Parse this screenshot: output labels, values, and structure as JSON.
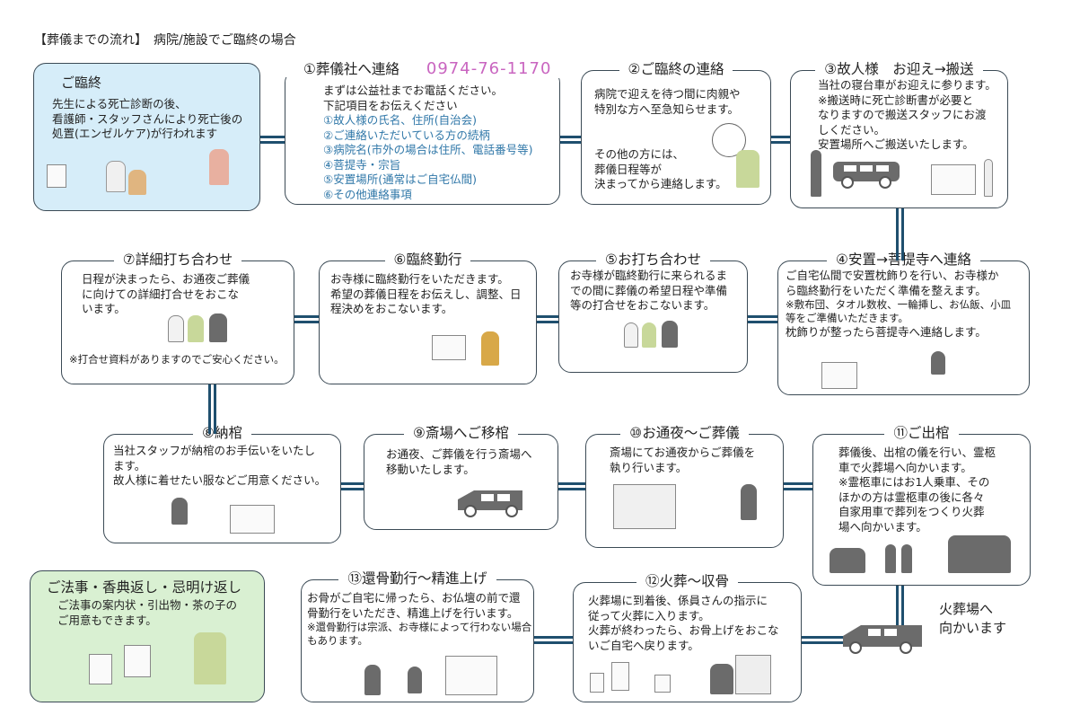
{
  "header": {
    "title": "【葬儀までの流れ】　病院/施設でご臨終の場合"
  },
  "start": {
    "title": "ご臨終",
    "text": "先生による死亡診断の後、\n看護師・スタッフさんにより死亡後の\n処置(エンゼルケア)が行われます"
  },
  "steps": [
    {
      "title": "①葬儀社へ連絡",
      "phone": "0974-76-1170",
      "text": "まずは公益社までお電話ください。\n下記項目をお伝えください",
      "list": [
        "①故人様の氏名、住所(自治会)",
        "②ご連絡いただいている方の続柄",
        "③病院名(市外の場合は住所、電話番号等)",
        "④菩提寺・宗旨",
        "⑤安置場所(通常はご自宅仏間)",
        "⑥その他連絡事項"
      ]
    },
    {
      "title": "②ご臨終の連絡",
      "text": "病院で迎えを待つ間に肉親や\n特別な方へ至急知らせます。",
      "text2": "その他の方には、\n葬儀日程等が\n決まってから連絡します。"
    },
    {
      "title": "③故人様　お迎え→搬送",
      "text": "当社の寝台車がお迎えに参ります。\n※搬送時に死亡診断書が必要と\nなりますので搬送スタッフにお渡\nしください。\n安置場所へご搬送いたします。"
    },
    {
      "title": "④安置→菩提寺へ連絡",
      "text": "ご自宅仏間で安置枕飾りを行い、お寺様か\nら臨終勤行をいただく準備を整えます。",
      "note": "※敷布団、タオル数枚、一輪挿し、お仏飯、小皿\n等をご準備いただきます。",
      "text2": "枕飾りが整ったら菩提寺へ連絡します。"
    },
    {
      "title": "⑤お打ち合わせ",
      "text": "お寺様が臨終勤行に来られるま\nでの間に葬儀の希望日程や準備\n等の打合せをおこないます。"
    },
    {
      "title": "⑥臨終勤行",
      "text": "お寺様に臨終勤行をいただきます。\n希望の葬儀日程をお伝えし、調整、日\n程決めをおこないます。"
    },
    {
      "title": "⑦詳細打ち合わせ",
      "text": "日程が決まったら、お通夜ご葬儀\nに向けての詳細打合せをおこな\nいます。",
      "note": "※打合せ資料がありますのでご安心ください。"
    },
    {
      "title": "⑧納棺",
      "text": "当社スタッフが納棺のお手伝いをいたし\nます。\n故人様に着せたい服などご用意ください。"
    },
    {
      "title": "⑨斎場へご移棺",
      "text": "お通夜、ご葬儀を行う斎場へ\n移動いたします。"
    },
    {
      "title": "⑩お通夜～ご葬儀",
      "text": "斎場にてお通夜からご葬儀を\n執り行います。"
    },
    {
      "title": "⑪ご出棺",
      "text": "葬儀後、出棺の儀を行い、霊柩\n車で火葬場へ向かいます。\n※霊柩車にはお1人乗車、その\nほかの方は霊柩車の後に各々\n自家用車で葬列をつくり火葬\n場へ向かいます。"
    },
    {
      "title": "⑫火葬～収骨",
      "text": "火葬場に到着後、係員さんの指示に\n従って火葬に入ります。\n火葬が終わったら、お骨上げをおこな\nいご自宅へ戻ります。"
    },
    {
      "title": "⑬還骨勤行～精進上げ",
      "text": "お骨がご自宅に帰ったら、お仏壇の前で還\n骨勤行をいただき、精進上げを行います。",
      "note": "※還骨勤行は宗派、お寺様によって行わない場合\nもあります。"
    }
  ],
  "after": {
    "title": "ご法事・香典返し・忌明け返し",
    "text": "ご法事の案内状・引出物・茶の子の\nご用意もできます。"
  },
  "hearse_label": "火葬場へ\n向かいます",
  "colors": {
    "connector": "#1f4f6e",
    "start_bg": "#d6edf9",
    "after_bg": "#d9f0d2",
    "phone": "#c965c0",
    "list": "#2f77a8"
  }
}
